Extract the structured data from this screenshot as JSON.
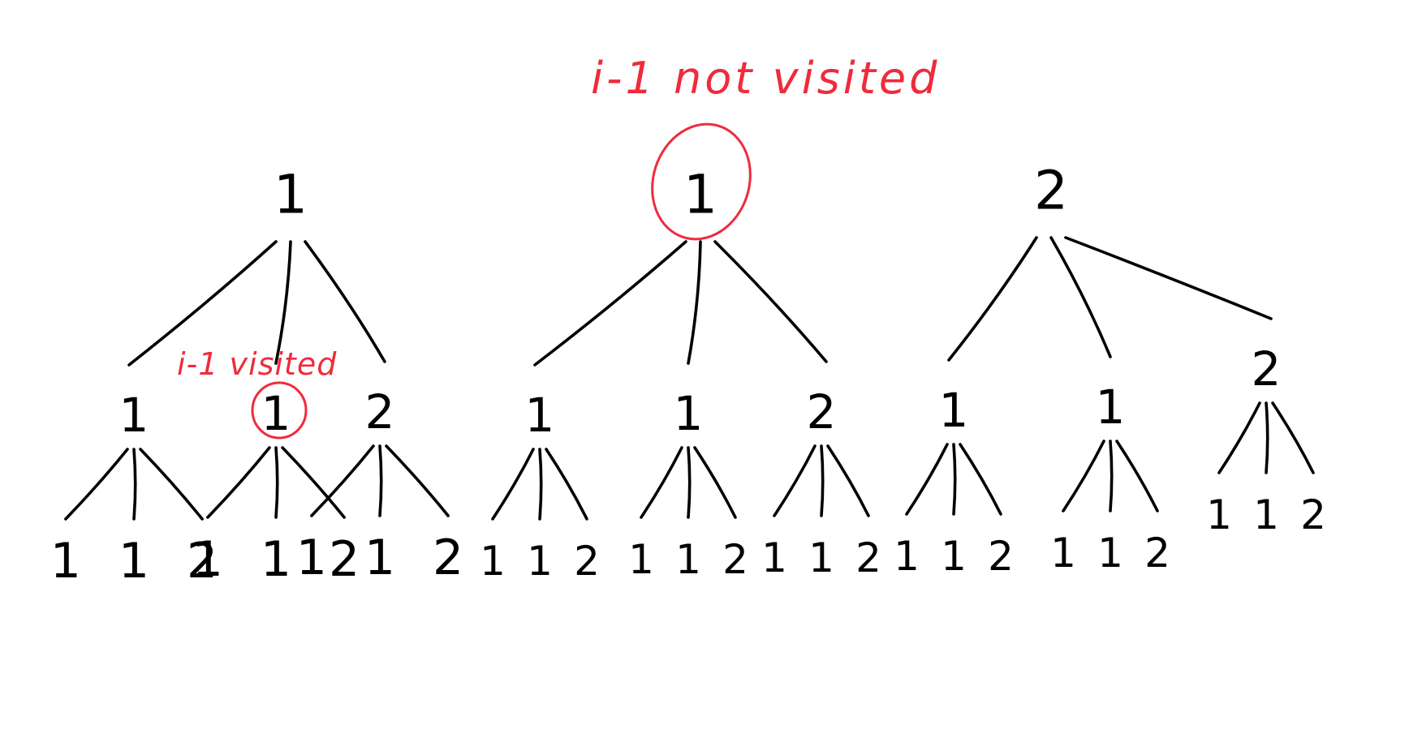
{
  "tree": {
    "roots": [
      {
        "label": "1",
        "children": [
          {
            "label": "1",
            "children": [
              "1",
              "1",
              "2"
            ]
          },
          {
            "label": "1",
            "children": [
              "1",
              "1",
              "2"
            ]
          },
          {
            "label": "2",
            "children": [
              "1",
              "1",
              "2"
            ]
          }
        ]
      },
      {
        "label": "1",
        "children": [
          {
            "label": "1",
            "children": [
              "1",
              "1",
              "2"
            ]
          },
          {
            "label": "1",
            "children": [
              "1",
              "1",
              "2"
            ]
          },
          {
            "label": "2",
            "children": [
              "1",
              "1",
              "2"
            ]
          }
        ]
      },
      {
        "label": "2",
        "children": [
          {
            "label": "1",
            "children": [
              "1",
              "1",
              "2"
            ]
          },
          {
            "label": "1",
            "children": [
              "1",
              "1",
              "2"
            ]
          },
          {
            "label": "2",
            "children": [
              "1",
              "1",
              "2"
            ]
          }
        ]
      }
    ]
  },
  "annotations": {
    "not_visited": "i-1 not visited",
    "visited": "i-1 visited"
  },
  "colors": {
    "ink": "#000000",
    "highlight": "#ef2b3c",
    "background": "#ffffff"
  }
}
